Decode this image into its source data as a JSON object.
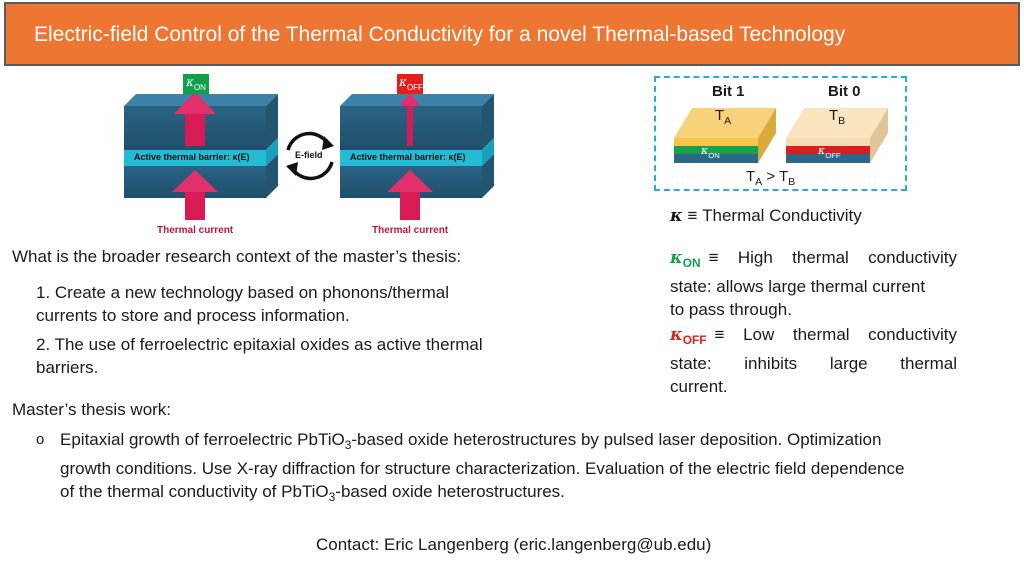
{
  "header": {
    "title": "Electric-field Control of the Thermal Conductivity for a novel Thermal-based Technology"
  },
  "diagram": {
    "kappa_on_label": "κ",
    "kappa_on_sub": "ON",
    "kappa_off_label": "κ",
    "kappa_off_sub": "OFF",
    "barrier_label": "Active thermal barrier: κ(E)",
    "efield_label": "E-field",
    "current_label": "Thermal current"
  },
  "bits": {
    "bit1_title": "Bit 1",
    "bit0_title": "Bit 0",
    "ta": "T",
    "ta_sub": "A",
    "tb": "T",
    "tb_sub": "B",
    "kon": "κ",
    "kon_sub": "ON",
    "koff": "κ",
    "koff_sub": "OFF",
    "relation_a": "T",
    "relation_a_sub": "A",
    "relation_op": " > ",
    "relation_b": "T",
    "relation_b_sub": "B"
  },
  "definitions": {
    "kappa_symbol": "κ",
    "kappa_def": " ≡ Thermal Conductivity",
    "on_symbol": "κ",
    "on_sub": "ON",
    "on_line1": "≡  High  thermal  conductivity",
    "on_line2": "state: allows large thermal current",
    "on_line3": "to pass through.",
    "off_symbol": "κ",
    "off_sub": "OFF",
    "off_line1": "≡  Low  thermal  conductivity",
    "off_line2": "state:  inhibits  large  thermal",
    "off_line3": "current."
  },
  "context": {
    "question": "What is the broader research context of the master’s thesis:",
    "item1_line1": "1. Create a new technology based on phonons/thermal",
    "item1_line2": "currents to store and process information.",
    "item2_line1": "2. The use of ferroelectric epitaxial oxides as active thermal",
    "item2_line2": "barriers."
  },
  "work": {
    "heading": "Master’s thesis work:",
    "bullet": "o",
    "line1_pre": "Epitaxial growth of ferroelectric PbTiO",
    "line1_sub": "3",
    "line1_post": "-based oxide heterostructures by pulsed laser deposition. Optimization",
    "line2": "growth conditions. Use X-ray diffraction for structure characterization. Evaluation of the electric field dependence",
    "line3_pre": "of the thermal conductivity of PbTiO",
    "line3_sub": "3",
    "line3_post": "-based oxide heterostructures."
  },
  "contact": {
    "text": "Contact: Eric Langenberg (eric.langenberg@ub.edu)"
  },
  "colors": {
    "header_bg": "#ee7633",
    "kappa_on_green": "#10a04a",
    "kappa_off_red": "#e0201a",
    "layer_blue": "#2c6688",
    "barrier_cyan": "#1fb7d0",
    "arrow_pink": "#d81b55",
    "bit_yellow": "#f6c64a",
    "bit_cream": "#fbe4c0",
    "dashed_border": "#29a9e0"
  }
}
